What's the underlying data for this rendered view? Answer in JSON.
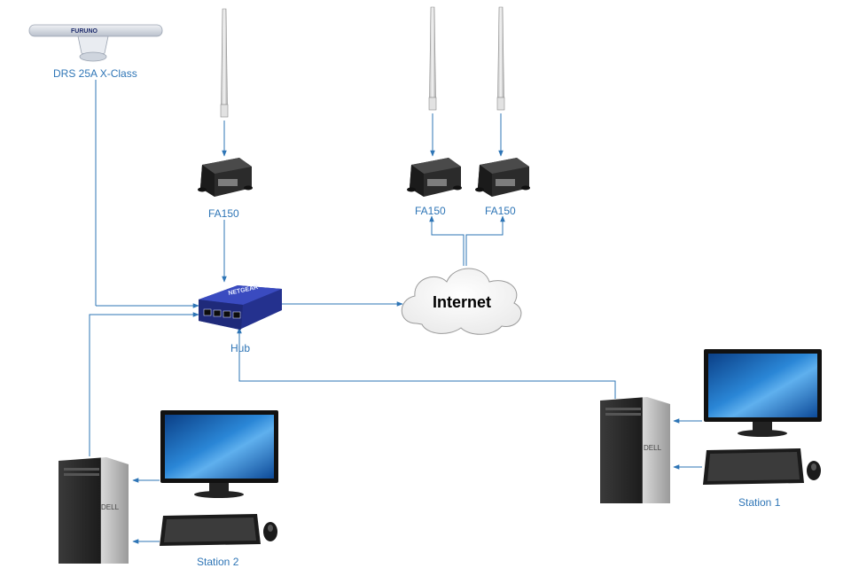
{
  "radar": {
    "label": "DRS 25A X-Class",
    "brand": "FURUNO"
  },
  "receivers": [
    {
      "label": "FA150"
    },
    {
      "label": "FA150"
    },
    {
      "label": "FA150"
    }
  ],
  "hub": {
    "label": "Hub",
    "brand": "NETGEAR"
  },
  "cloud": {
    "label": "Internet"
  },
  "stations": [
    {
      "label": "Station 2"
    },
    {
      "label": "Station 1"
    }
  ],
  "colors": {
    "connector": "#2e75b6",
    "label": "#2e75b6",
    "hub": "#2c3aa0",
    "screen": "#1f6fc4"
  }
}
